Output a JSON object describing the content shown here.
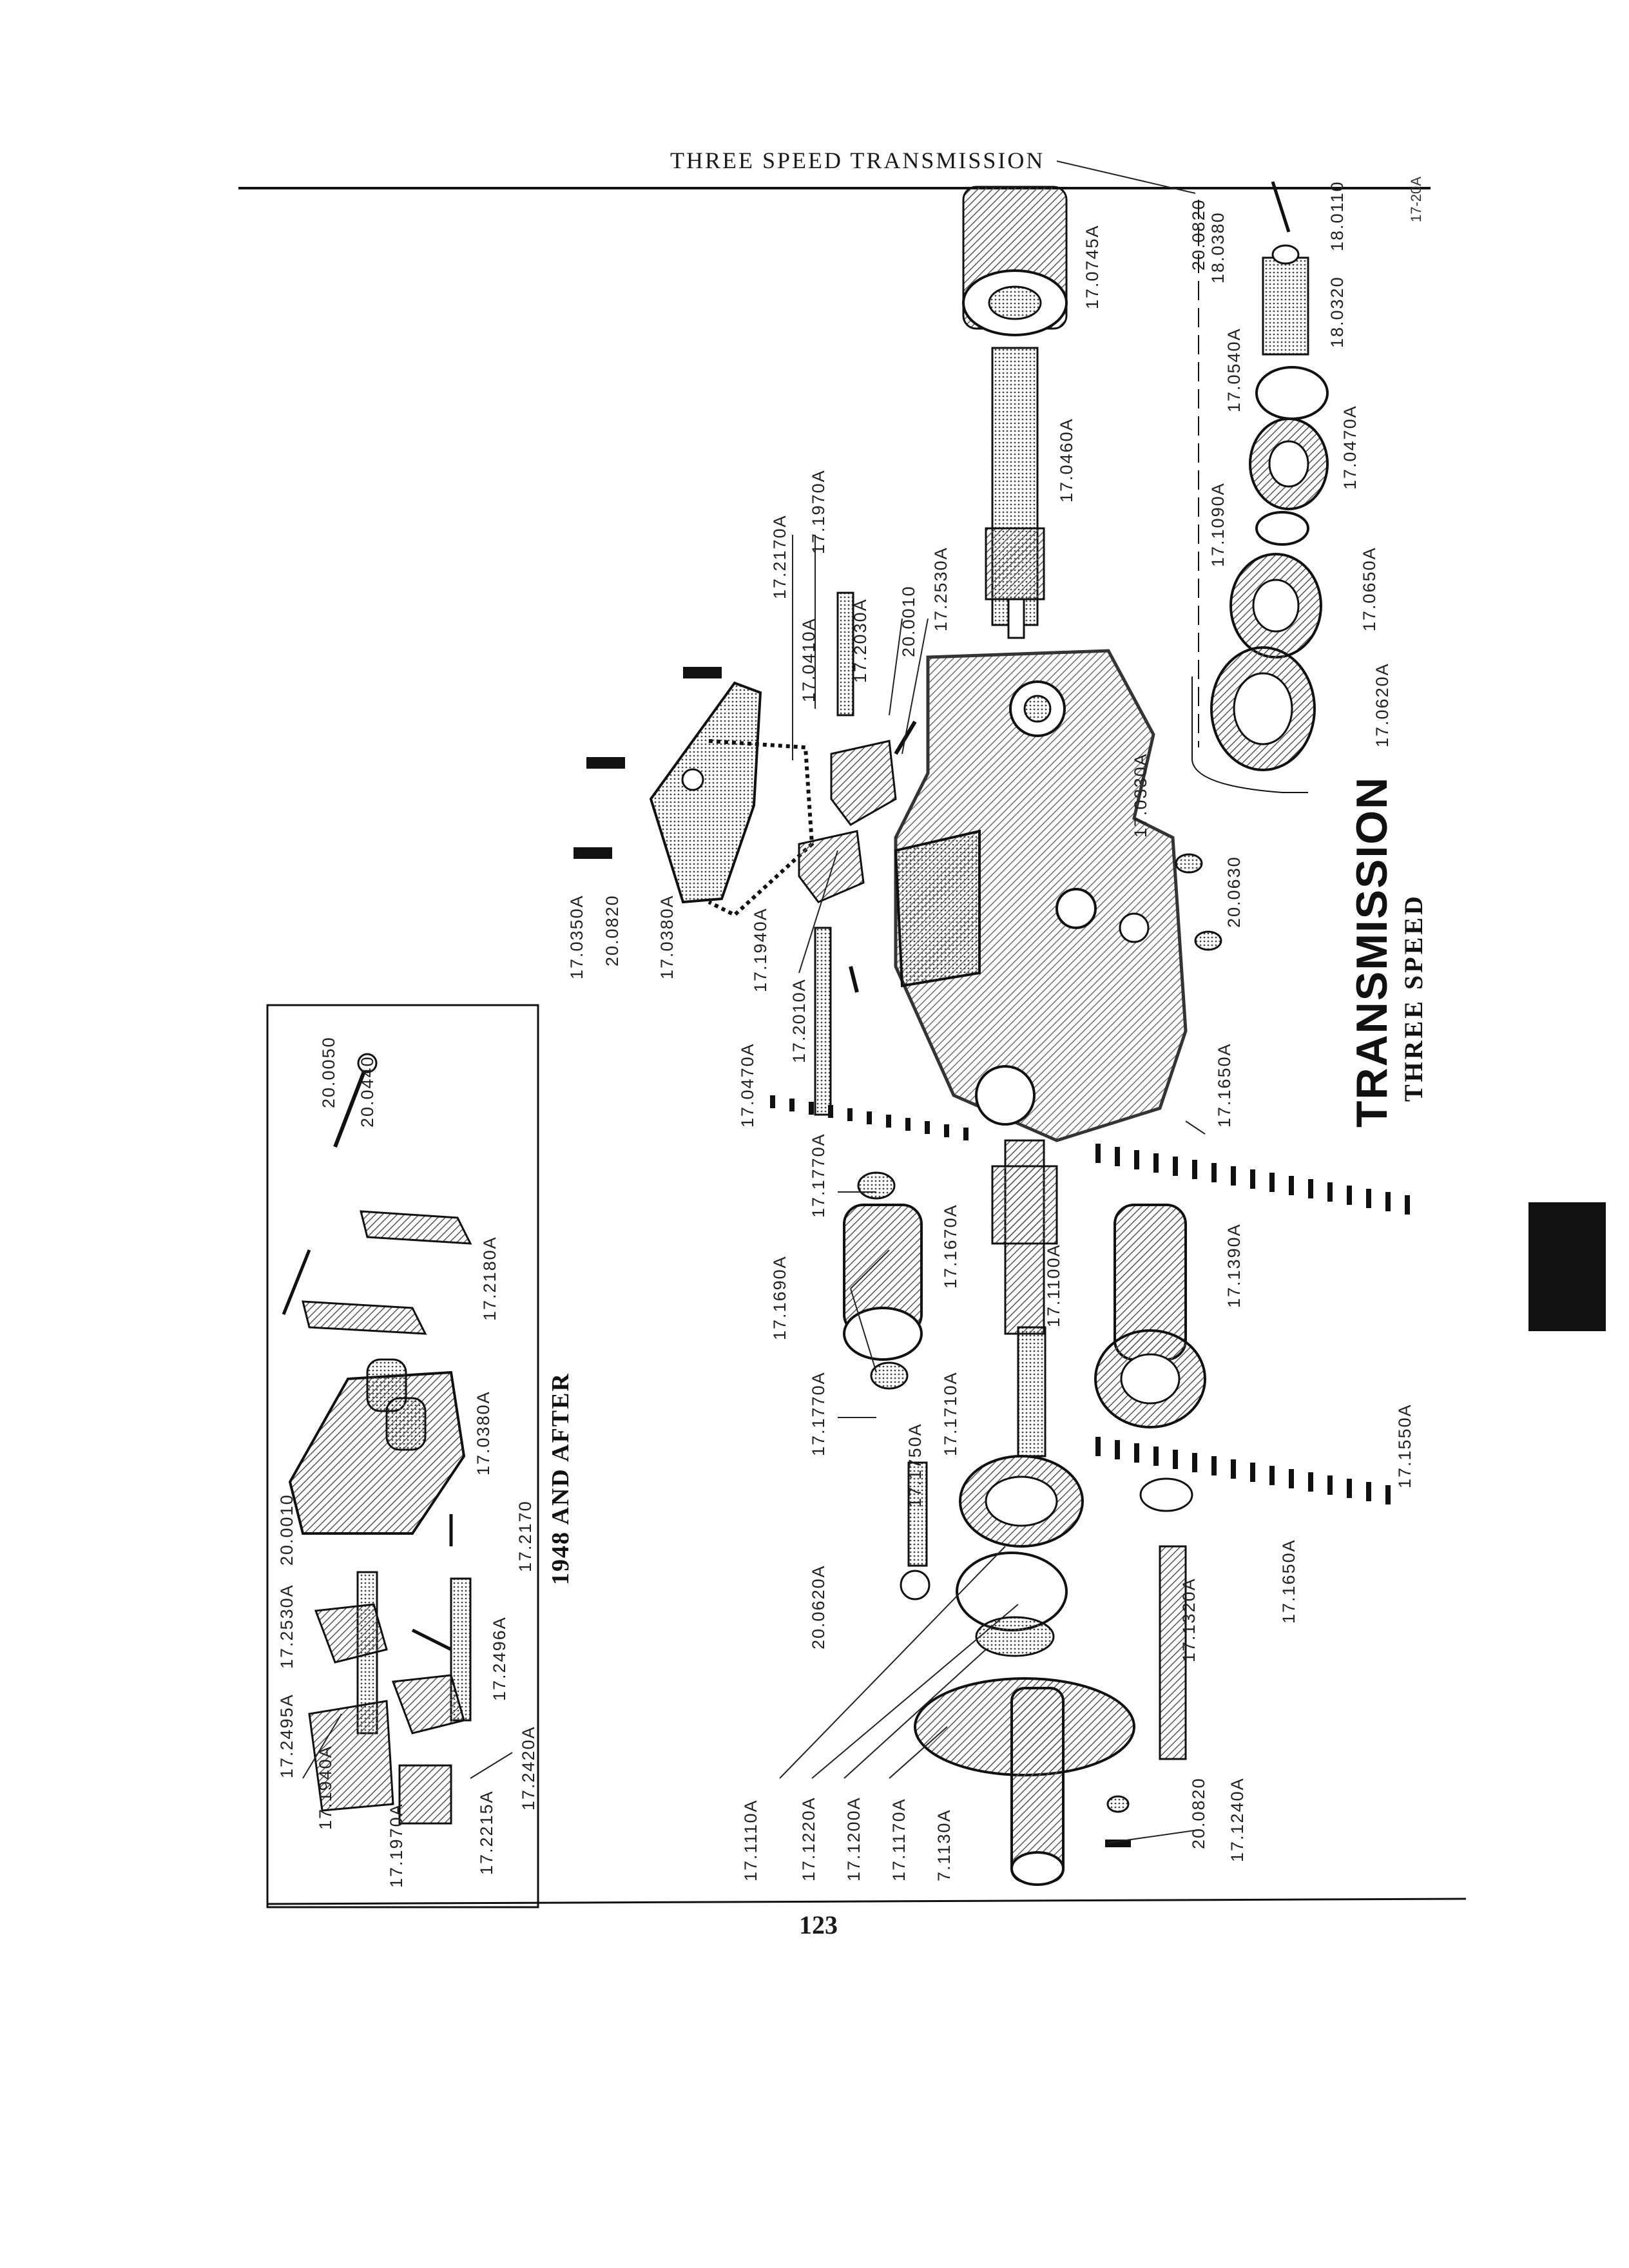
{
  "header": {
    "title": "THREE SPEED TRANSMISSION"
  },
  "page_number": "123",
  "figure_ref": "17-20A",
  "section_title": {
    "main": "TRANSMISSION",
    "sub": "THREE SPEED"
  },
  "inset": {
    "title": "1948 AND AFTER"
  },
  "part_labels": [
    "20.0820",
    "18.0380",
    "18.0320",
    "18.0110",
    "17.0745A",
    "17.0540A",
    "17.0470A",
    "17.0460A",
    "17.1090A",
    "17.0650A",
    "17.0620A",
    "17.2170A",
    "17.1970A",
    "17.0410A",
    "17.2030A",
    "20.0010",
    "17.2530A",
    "17.0330A",
    "20.0630",
    "17.0350A",
    "20.0820",
    "17.0380A",
    "17.1940A",
    "17.2010A",
    "17.0470A",
    "17.1650A",
    "17.1770A",
    "17.1690A",
    "17.1670A",
    "17.1100A",
    "17.1390A",
    "17.1770A",
    "17.1710A",
    "17.1750A",
    "17.1550A",
    "17.1650A",
    "20.0620A",
    "17.1320A",
    "20.0820",
    "17.1240A",
    "17.1110A",
    "17.1220A",
    "17.1200A",
    "17.1170A",
    "7.1130A",
    "20.0050",
    "20.0440",
    "17.2180A",
    "17.0380A",
    "17.2170",
    "20.0010",
    "17.2530A",
    "17.2496A",
    "17.2495A",
    "17.2420A",
    "17.1940A",
    "17.1970A",
    "17.2215A"
  ]
}
